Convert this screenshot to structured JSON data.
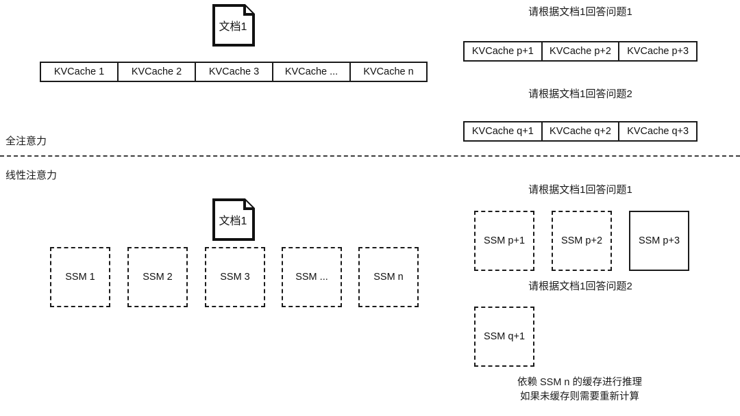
{
  "diagram": {
    "sections": {
      "full_attention_label": "全注意力",
      "linear_attention_label": "线性注意力"
    },
    "full_attention": {
      "document": {
        "icon": "document-icon",
        "label": "文档1"
      },
      "cache_strip": {
        "cells": [
          "KVCache 1",
          "KVCache 2",
          "KVCache 3",
          "KVCache ...",
          "KVCache n"
        ]
      },
      "queries": [
        {
          "caption": "请根据文档1回答问题1",
          "cells": [
            "KVCache p+1",
            "KVCache p+2",
            "KVCache p+3"
          ]
        },
        {
          "caption": "请根据文档1回答问题2",
          "cells": [
            "KVCache q+1",
            "KVCache q+2",
            "KVCache q+3"
          ]
        }
      ]
    },
    "linear_attention": {
      "document": {
        "icon": "document-icon",
        "label": "文档1"
      },
      "states": [
        {
          "label": "SSM 1",
          "style": "dashed"
        },
        {
          "label": "SSM 2",
          "style": "dashed"
        },
        {
          "label": "SSM 3",
          "style": "dashed"
        },
        {
          "label": "SSM ...",
          "style": "dashed"
        },
        {
          "label": "SSM n",
          "style": "dashed"
        }
      ],
      "queries": [
        {
          "caption": "请根据文档1回答问题1",
          "states": [
            {
              "label": "SSM p+1",
              "style": "dashed"
            },
            {
              "label": "SSM p+2",
              "style": "dashed"
            },
            {
              "label": "SSM p+3",
              "style": "solid"
            }
          ]
        },
        {
          "caption": "请根据文档1回答问题2",
          "states": [
            {
              "label": "SSM q+1",
              "style": "dashed"
            }
          ]
        }
      ],
      "footnote": {
        "line1": "依赖 SSM n 的缓存进行推理",
        "line2": "如果未缓存则需要重新计算"
      }
    },
    "colors": {
      "stroke": "#1a1a1a",
      "text": "#1a1a1a",
      "background": "#ffffff",
      "separator": "#3b3b3b"
    }
  }
}
